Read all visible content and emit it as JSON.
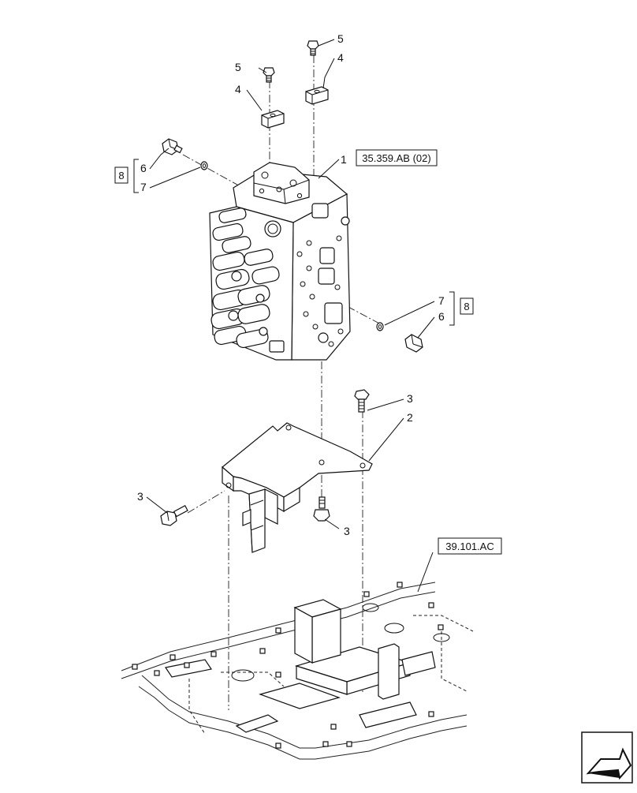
{
  "diagram": {
    "callouts": {
      "c1": "1",
      "c2": "2",
      "c3a": "3",
      "c3b": "3",
      "c3c": "3",
      "c4a": "4",
      "c4b": "4",
      "c5a": "5",
      "c5b": "5",
      "c6a": "6",
      "c6b": "6",
      "c7a": "7",
      "c7b": "7"
    },
    "kit_refs": {
      "left": "8",
      "right": "8"
    },
    "section_refs": {
      "valve_ref": "35.359.AB (02)",
      "frame_ref": "39.101.AC"
    },
    "nav_icon": "arrow-next-icon"
  }
}
